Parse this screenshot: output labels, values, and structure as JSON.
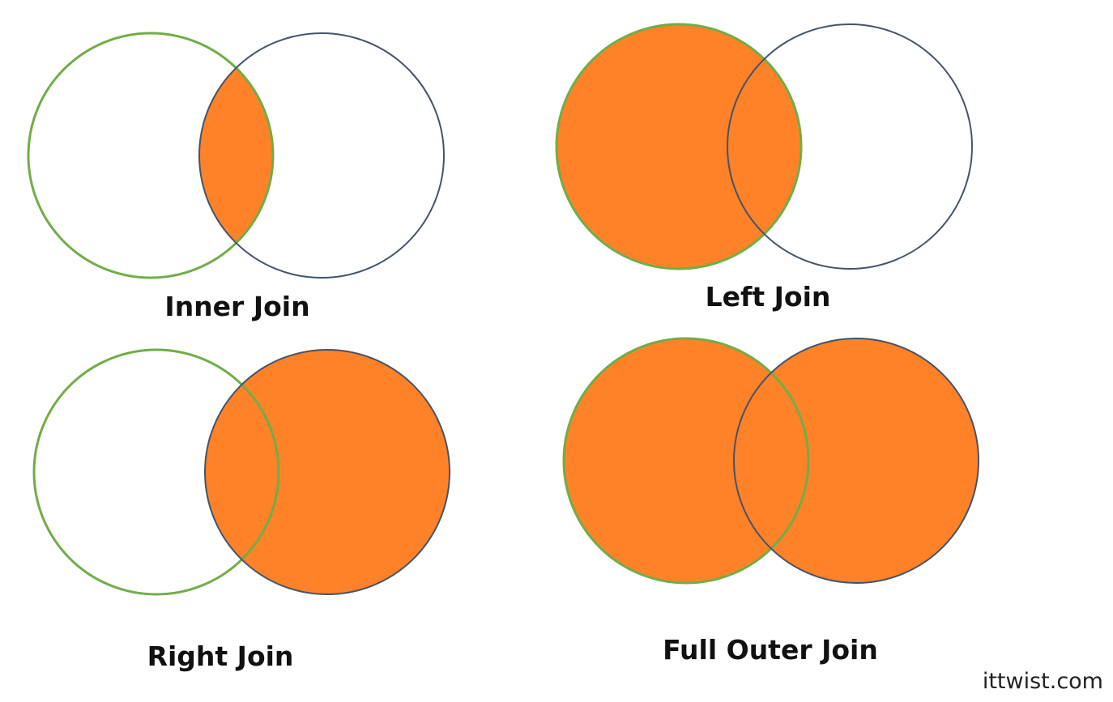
{
  "colors": {
    "fill": "#FF8228",
    "left_outline": "#70AD47",
    "right_outline": "#44546A"
  },
  "joins": [
    {
      "id": "inner",
      "label": "Inner Join",
      "fill": "intersection"
    },
    {
      "id": "left",
      "label": "Left Join",
      "fill": "left"
    },
    {
      "id": "right",
      "label": "Right Join",
      "fill": "right"
    },
    {
      "id": "full",
      "label": "Full Outer Join",
      "fill": "both"
    }
  ],
  "watermark": "ittwist.com"
}
